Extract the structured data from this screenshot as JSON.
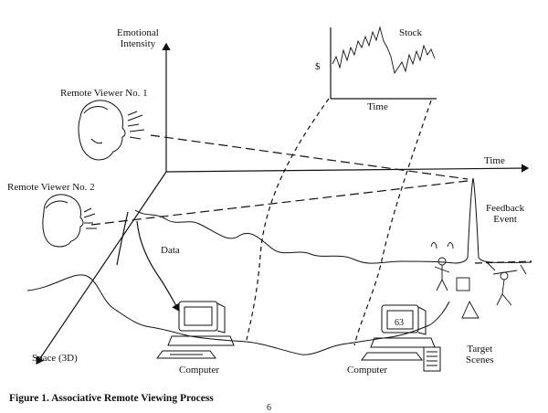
{
  "labels": {
    "emotional_intensity": [
      "Emotional",
      "Intensity"
    ],
    "stock": "Stock",
    "dollar": "$",
    "time_top": "Time",
    "time_axis": "Time",
    "remote_viewer_1": "Remote Viewer No. 1",
    "remote_viewer_2": "Remote Viewer No. 2",
    "feedback_event": [
      "Feedback",
      "Event"
    ],
    "data": "Data",
    "space_3d": "Space (3D)",
    "computer_left": "Computer",
    "computer_right": "Computer",
    "target_scenes": [
      "Target",
      "Scenes"
    ],
    "screen_number": "63"
  },
  "caption": "Figure 1. Associative Remote Viewing Process",
  "page_number": "6",
  "colors": {
    "ink": "#111111",
    "background": "#ffffff"
  }
}
